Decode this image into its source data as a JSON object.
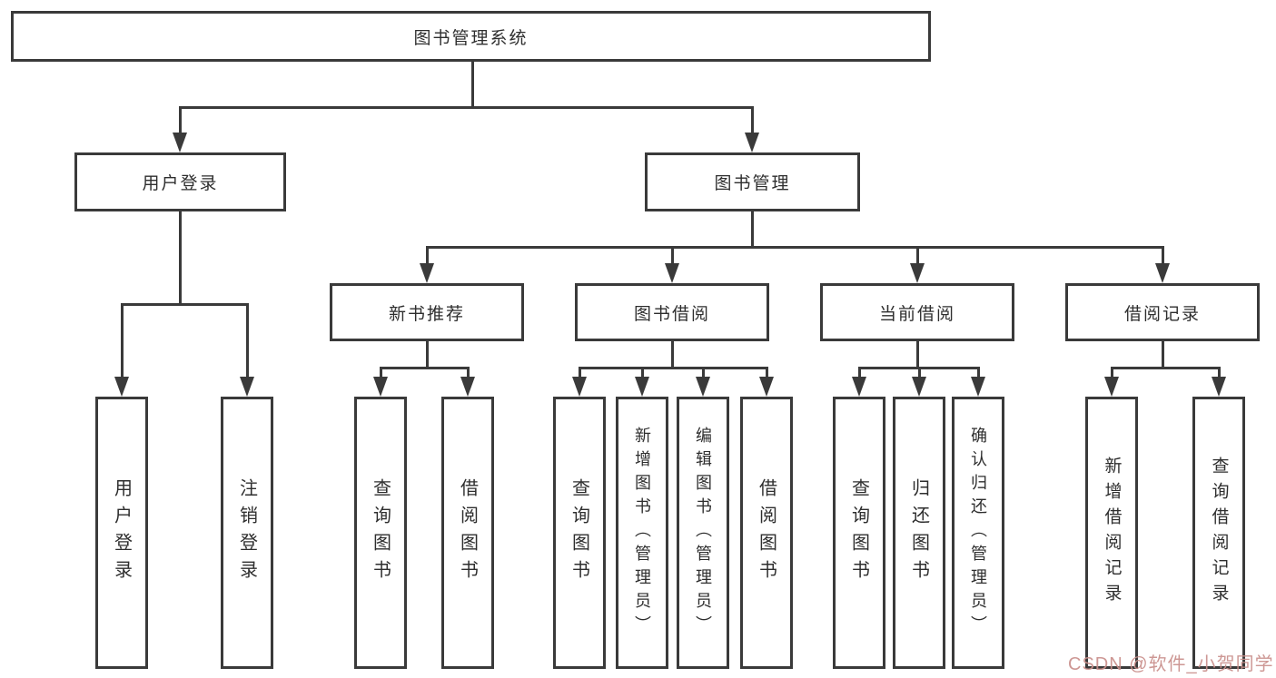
{
  "diagram": {
    "root": {
      "label": "图书管理系统"
    },
    "branches": [
      {
        "label": "用户登录",
        "children": [
          {
            "label": "用户登录"
          },
          {
            "label": "注销登录"
          }
        ]
      },
      {
        "label": "图书管理",
        "children": [
          {
            "label": "新书推荐",
            "children": [
              {
                "label": "查询图书"
              },
              {
                "label": "借阅图书"
              }
            ]
          },
          {
            "label": "图书借阅",
            "children": [
              {
                "label": "查询图书"
              },
              {
                "label": "新增图书（管理员）"
              },
              {
                "label": "编辑图书（管理员）"
              },
              {
                "label": "借阅图书"
              }
            ]
          },
          {
            "label": "当前借阅",
            "children": [
              {
                "label": "查询图书"
              },
              {
                "label": "归还图书"
              },
              {
                "label": "确认归还（管理员）"
              }
            ]
          },
          {
            "label": "借阅记录",
            "children": [
              {
                "label": "新增借阅记录"
              },
              {
                "label": "查询借阅记录"
              }
            ]
          }
        ]
      }
    ]
  },
  "watermark": {
    "text": "CSDN @软件_小贺同学"
  },
  "colors": {
    "line": "#3a3a3a",
    "text": "#2e2e2e",
    "background": "#ffffff",
    "watermark": "#c98f8b"
  }
}
